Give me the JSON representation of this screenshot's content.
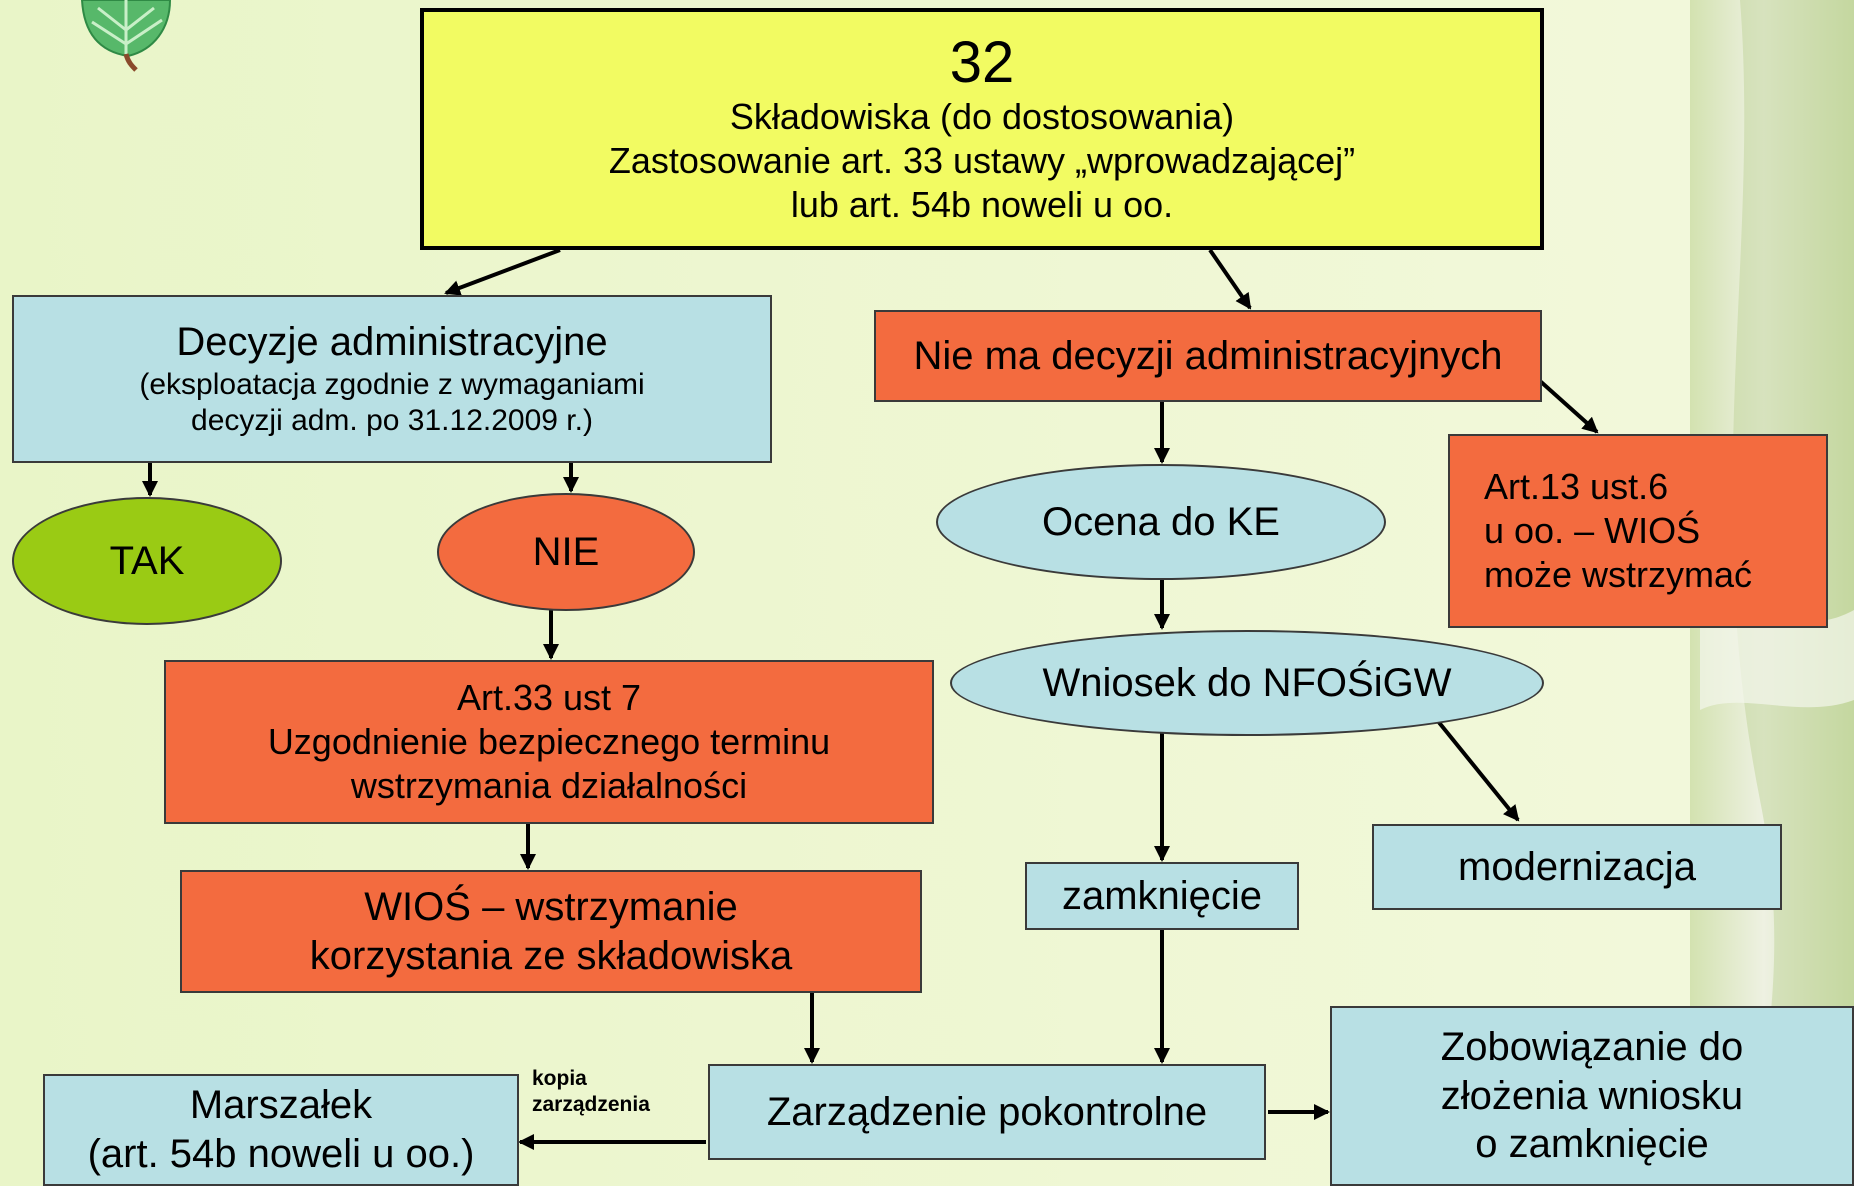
{
  "diagram": {
    "top": {
      "number": "32",
      "lines": [
        "Składowiska (do dostosowania)",
        "Zastosowanie art. 33 ustawy „wprowadzającej”",
        "lub art. 54b noweli u oo."
      ]
    },
    "decisions": {
      "title": "Decyzje administracyjne",
      "lines": [
        "(eksploatacja zgodnie z wymaganiami",
        "decyzji adm. po 31.12.2009 r.)"
      ]
    },
    "no_decisions": "Nie ma decyzji administracyjnych",
    "tak": "TAK",
    "nie": "NIE",
    "art13": [
      "Art.13 ust.6",
      "u oo. – WIOŚ",
      "może wstrzymać"
    ],
    "ocena": "Ocena do KE",
    "wniosek": "Wniosek do NFOŚiGW",
    "art33": [
      "Art.33 ust 7",
      "Uzgodnienie bezpiecznego terminu",
      "wstrzymania działalności"
    ],
    "modernizacja": "modernizacja",
    "zamkniecie": "zamknięcie",
    "wios": [
      "WIOŚ – wstrzymanie",
      "korzystania ze składowiska"
    ],
    "marszalek": [
      "Marszałek",
      "(art. 54b noweli u oo.)"
    ],
    "kopia": [
      "kopia",
      "zarządzenia"
    ],
    "zarzadzenie": "Zarządzenie pokontrolne",
    "zobowiazanie": [
      "Zobowiązanie do",
      "złożenia wniosku",
      "o zamknięcie"
    ]
  },
  "colors": {
    "yellow": "#f2fb62",
    "blue": "#b8e0e4",
    "orange": "#f36b3f",
    "green": "#9acb14",
    "background": "#ecf6cd"
  }
}
